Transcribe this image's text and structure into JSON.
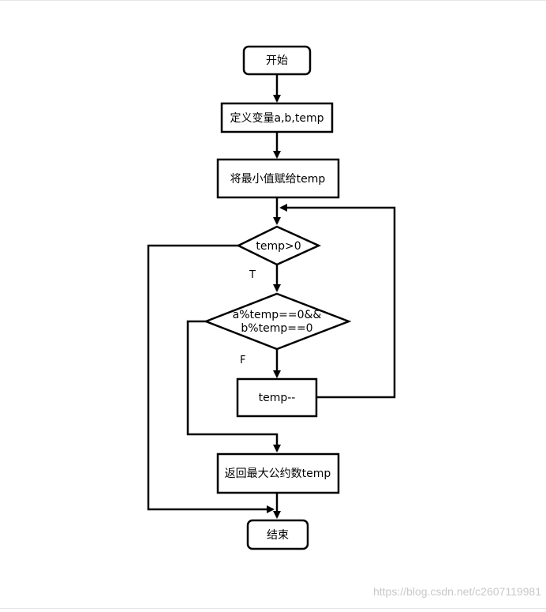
{
  "nodes": {
    "start": "开始",
    "define_vars": "定义变量a,b,temp",
    "assign_min": "将最小值赋给temp",
    "cond_temp": "temp>0",
    "cond_mod_line1": "a%temp==0&&",
    "cond_mod_line2": "b%temp==0",
    "decrement": "temp--",
    "return_gcd": "返回最大公约数temp",
    "end": "结束"
  },
  "edge_labels": {
    "true_label": "T",
    "false_label": "F"
  },
  "watermark": "https://blog.csdn.net/c2607119981"
}
